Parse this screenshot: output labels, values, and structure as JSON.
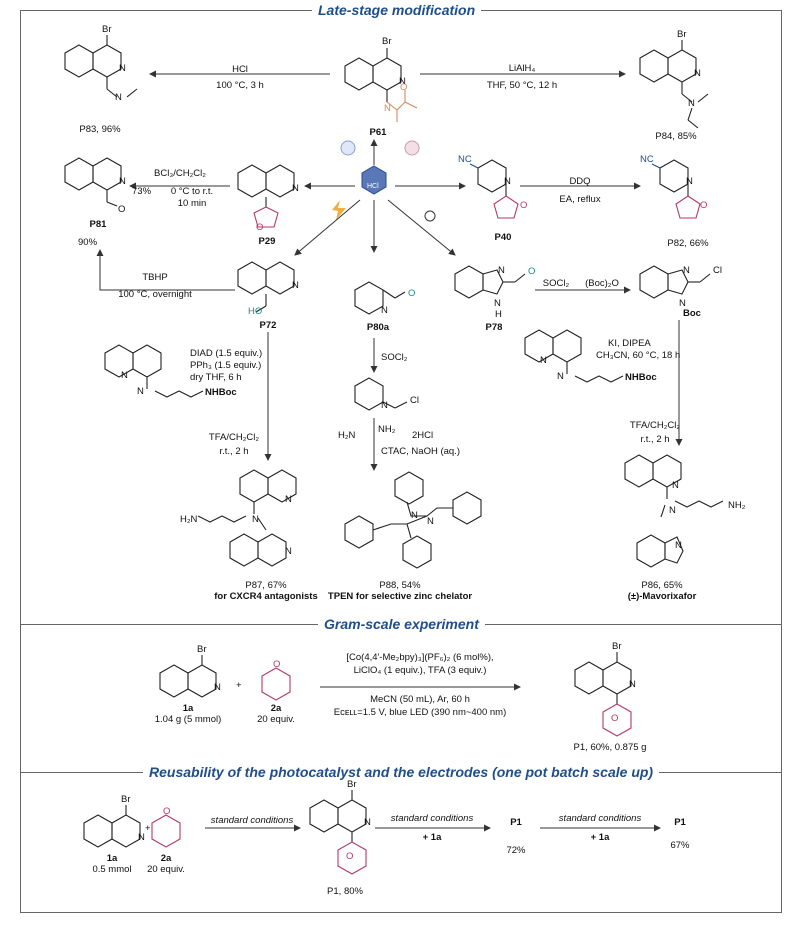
{
  "sections": {
    "late_stage": "Late-stage modification",
    "gram_scale": "Gram-scale experiment",
    "reusability": "Reusability of the photocatalyst and the electrodes (one pot batch scale up)"
  },
  "center_icon": "HCl",
  "atoms": {
    "Br": "Br",
    "N": "N",
    "O": "O",
    "HO": "HO",
    "NC": "NC",
    "H": "H",
    "Cl": "Cl",
    "NHBoc": "NHBoc",
    "Boc": "Boc",
    "H2N": "H₂N",
    "NH2": "NH₂"
  },
  "compounds": {
    "P61": "P61",
    "P83": "P83, 96%",
    "P84": "P84, 85%",
    "P81": "P81",
    "P29": "P29",
    "P40": "P40",
    "P82": "P82, 66%",
    "P72": "P72",
    "P80a": "P80a",
    "P78": "P78",
    "P87": "P87, 67%",
    "P87_note": "for CXCR4 antagonists",
    "P88": "P88, 54%",
    "P88_note": "TPEN for selective zinc chelator",
    "P86": "P86, 65%",
    "P86_note": "(±)-Mavorixafor"
  },
  "conditions": {
    "hcl_1": "HCl",
    "hcl_2": "100 °C, 3 h",
    "lialh4_1": "LiAlH₄",
    "lialh4_2": "THF, 50 °C, 12 h",
    "bcl3_1": "BCl₃/CH₂Cl₂",
    "bcl3_yield": "73%",
    "bcl3_2": "0 °C to r.t.",
    "bcl3_3": "10 min",
    "ddq_1": "DDQ",
    "ddq_2": "EA, reflux",
    "tbhp_yield": "90%",
    "tbhp_1": "TBHP",
    "tbhp_2": "100 °C, overnight",
    "socl2_a": "SOCl₂",
    "boc2o": "(Boc)₂O",
    "socl2_b": "SOCl₂",
    "diad_1": "DIAD (1.5 equiv.)",
    "diad_2": "PPh₃ (1.5 equiv.)",
    "diad_3": "dry THF, 6 h",
    "tfa_1": "TFA/CH₂Cl₂",
    "tfa_2": "r.t., 2 h",
    "diamine": "2HCl",
    "ctac": "CTAC, NaOH (aq.)",
    "ki_1": "KI, DIPEA",
    "ki_2": "CH₃CN, 60 °C, 18 h",
    "tfa2_1": "TFA/CH₂Cl₂",
    "tfa2_2": "r.t., 2 h"
  },
  "gram": {
    "sm1": "1a",
    "sm1_amt": "1.04 g (5 mmol)",
    "plus": "+",
    "sm2": "2a",
    "sm2_amt": "20 equiv.",
    "cond1": "[Co(4,4′-Me₂bpy)₃](PF₆)₂ (6 mol%),",
    "cond2": "LiClO₄ (1 equiv.), TFA (3 equiv.)",
    "cond3": "MeCN (50 mL), Ar, 60 h",
    "cond4": "Eᴄᴇʟʟ=1.5 V, blue LED (390 nm~400 nm)",
    "product": "P1, 60%, 0.875 g"
  },
  "reuse": {
    "sm1": "1a",
    "sm1_amt": "0.5 mmol",
    "plus": "+",
    "sm2": "2a",
    "sm2_amt": "20 equiv.",
    "std1": "standard  conditions",
    "p1_first": "P1, 80%",
    "std2": "standard conditions",
    "add1": "+ 1a",
    "p1_second": "P1",
    "yield2": "72%",
    "std3": "standard conditions",
    "add2": "+ 1a",
    "p1_third": "P1",
    "yield3": "67%"
  },
  "colors": {
    "header": "#1f4e8c",
    "acetyl": "#d08a60",
    "ring_purple": "#b03a6a",
    "teal": "#1a8a8a",
    "nitrile_blue": "#1f4e8c"
  }
}
